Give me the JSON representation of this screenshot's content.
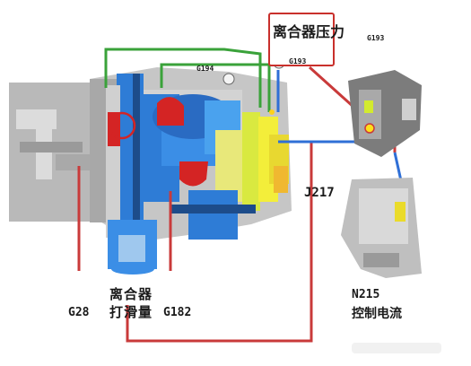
{
  "labels": {
    "clutch_pressure": "离合器压力",
    "g193_top": "G193",
    "g194": "G194",
    "g193_right": "G193",
    "j217": "J217",
    "g28": "G28",
    "clutch_slip": "离合器打滑量",
    "g182": "G182",
    "n215_code": "N215",
    "n215_desc": "控制电流"
  },
  "colors": {
    "wire_red": "#c93a3a",
    "wire_green": "#3aa23a",
    "wire_blue": "#2f6fd6",
    "housing_gray": "#bdbdbd",
    "gear_blue": "#2e7cd6",
    "accent_red": "#d42424",
    "pressure_yellow": "#f3ee3a"
  }
}
